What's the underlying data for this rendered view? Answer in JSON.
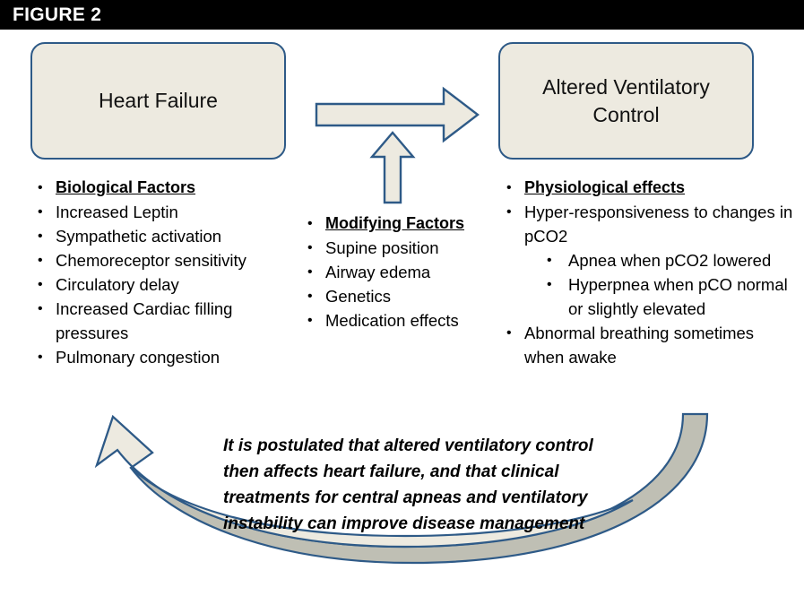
{
  "header": {
    "title": "FIGURE 2"
  },
  "colors": {
    "header_band": "#000000",
    "header_text": "#ffffff",
    "box_fill": "#EDEAE0",
    "box_border": "#2E5A87",
    "arrow_fill_light": "#EDEAE0",
    "arrow_fill_gray": "#BFBFB4",
    "arrow_stroke": "#2E5A87",
    "body_text": "#000000"
  },
  "boxes": {
    "left": {
      "label": "Heart Failure"
    },
    "right": {
      "label": "Altered Ventilatory Control"
    }
  },
  "arrows": {
    "horizontal": {
      "name": "right-arrow-heart-failure-to-altered-control",
      "direction": "right"
    },
    "vertical": {
      "name": "up-arrow-modifying-factors",
      "direction": "up"
    },
    "curved": {
      "name": "curved-feedback-arrow",
      "direction": "up-left"
    }
  },
  "lists": {
    "left": {
      "name": "biological-factors-list",
      "items": [
        {
          "text": "Biological Factors",
          "level": 1,
          "emphasis": true
        },
        {
          "text": "Increased Leptin",
          "level": 1,
          "emphasis": false
        },
        {
          "text": "Sympathetic activation",
          "level": 1,
          "emphasis": false
        },
        {
          "text": "Chemoreceptor sensitivity",
          "level": 1,
          "emphasis": false
        },
        {
          "text": "Circulatory delay",
          "level": 1,
          "emphasis": false
        },
        {
          "text": "Increased Cardiac filling pressures",
          "level": 1,
          "emphasis": false
        },
        {
          "text": "Pulmonary congestion",
          "level": 1,
          "emphasis": false
        }
      ]
    },
    "middle": {
      "name": "modifying-factors-list",
      "items": [
        {
          "text": "Modifying Factors",
          "level": 1,
          "emphasis": true
        },
        {
          "text": "Supine position",
          "level": 1,
          "emphasis": false
        },
        {
          "text": "Airway edema",
          "level": 1,
          "emphasis": false
        },
        {
          "text": "Genetics",
          "level": 1,
          "emphasis": false
        },
        {
          "text": "Medication effects",
          "level": 1,
          "emphasis": false
        }
      ]
    },
    "right": {
      "name": "physiological-effects-list",
      "items": [
        {
          "text": "Physiological effects",
          "level": 1,
          "emphasis": true
        },
        {
          "text": "Hyper-responsiveness to changes in pCO2",
          "level": 1,
          "emphasis": false
        },
        {
          "text": "Apnea when pCO2 lowered",
          "level": 2,
          "emphasis": false
        },
        {
          "text": "Hyperpnea when pCO normal or slightly elevated",
          "level": 2,
          "emphasis": false
        },
        {
          "text": "Abnormal breathing sometimes when awake",
          "level": 1,
          "emphasis": false
        }
      ]
    }
  },
  "caption": {
    "name": "feedback-caption",
    "lines": [
      "It is postulated that altered ventilatory control",
      "then affects heart failure, and that clinical",
      "treatments for central apneas and ventilatory",
      "instability can improve disease management"
    ]
  },
  "bullet_glyph": "•"
}
